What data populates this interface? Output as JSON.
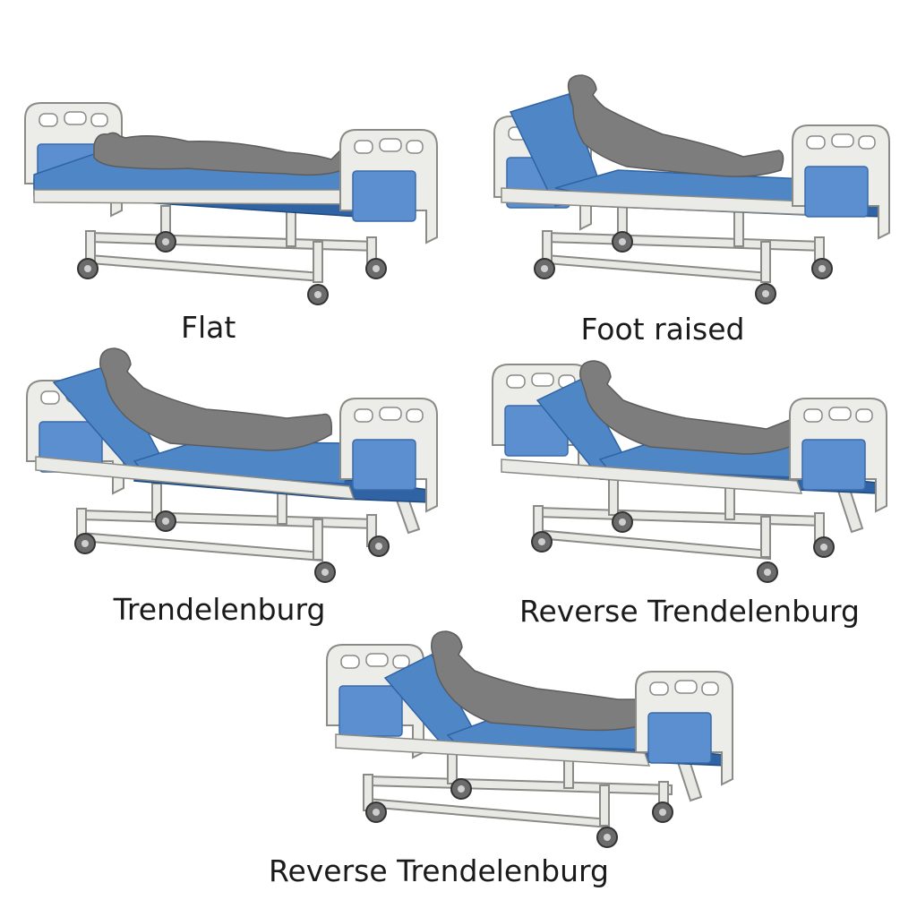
{
  "positions": [
    {
      "id": "flat",
      "label": "Flat"
    },
    {
      "id": "foot-raised",
      "label": "Foot raised"
    },
    {
      "id": "trendelenburg",
      "label": "Trendelenburg"
    },
    {
      "id": "reverse-trendelenburg-1",
      "label": "Reverse Trendelenburg"
    },
    {
      "id": "reverse-trendelenburg-2",
      "label": "Reverse Trendelenburg"
    }
  ],
  "colors": {
    "mattress_top": "#4f86c6",
    "mattress_side": "#2f63a4",
    "frame": "#e8e8e4",
    "frame_stroke": "#8a8a86",
    "board_panel": "#5b8fd0",
    "patient": "#7d7d7d",
    "patient_stroke": "#5c5c5c",
    "wheel": "#555555",
    "caption": "#1a1a1a"
  }
}
